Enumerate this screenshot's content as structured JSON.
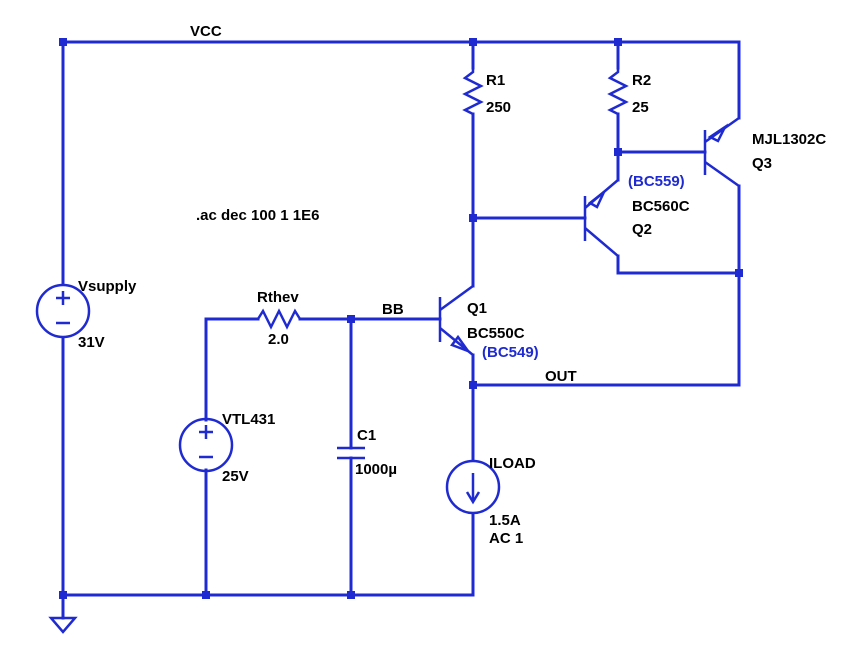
{
  "nets": {
    "vcc": "VCC",
    "bb": "BB",
    "out": "OUT"
  },
  "directive": ".ac dec 100 1 1E6",
  "components": {
    "vsupply": {
      "name": "Vsupply",
      "value": "31V"
    },
    "vtl431": {
      "name": "VTL431",
      "value": "25V"
    },
    "rthev": {
      "name": "Rthev",
      "value": "2.0"
    },
    "c1": {
      "name": "C1",
      "value": "1000µ"
    },
    "r1": {
      "name": "R1",
      "value": "250"
    },
    "r2": {
      "name": "R2",
      "value": "25"
    },
    "q1": {
      "name": "Q1",
      "model": "BC550C",
      "note": "(BC549)"
    },
    "q2": {
      "name": "Q2",
      "model": "BC560C",
      "note": "(BC559)"
    },
    "q3": {
      "name": "Q3",
      "model": "MJL1302C"
    },
    "iload": {
      "name": "ILOAD",
      "value": "1.5A",
      "ac": "AC 1"
    }
  },
  "colors": {
    "wire": "#1f2bd0",
    "label": "#000000",
    "note": "#1f2bd0"
  }
}
